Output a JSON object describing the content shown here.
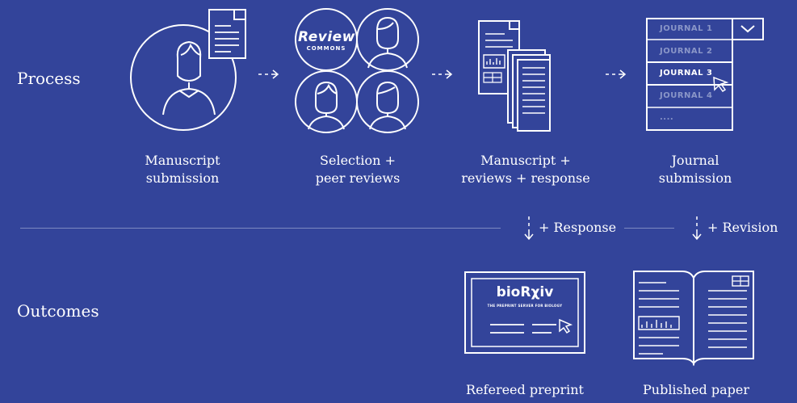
{
  "rows": {
    "process_label": "Process",
    "outcomes_label": "Outcomes"
  },
  "steps": [
    {
      "line1": "Manuscript",
      "line2": "submission"
    },
    {
      "line1": "Selection +",
      "line2": "peer reviews"
    },
    {
      "line1": "Manuscript +",
      "line2": "reviews + response"
    },
    {
      "line1": "Journal",
      "line2": "submission"
    }
  ],
  "review_commons": {
    "word": "Review",
    "sub": "COMMONS"
  },
  "journals": [
    "JOURNAL 1",
    "JOURNAL 2",
    "JOURNAL 3",
    "JOURNAL 4",
    "...."
  ],
  "transitions": {
    "response": "+ Response",
    "revision": "+ Revision"
  },
  "outcomes": [
    {
      "label": "Refereed preprint"
    },
    {
      "label": "Published paper"
    }
  ],
  "biorxiv": {
    "name": "bioRχiv",
    "tagline": "THE PREPRINT SERVER FOR BIOLOGY"
  },
  "colors": {
    "background": "#33449a",
    "line": "#ffffff",
    "muted": "#8a96c8"
  }
}
